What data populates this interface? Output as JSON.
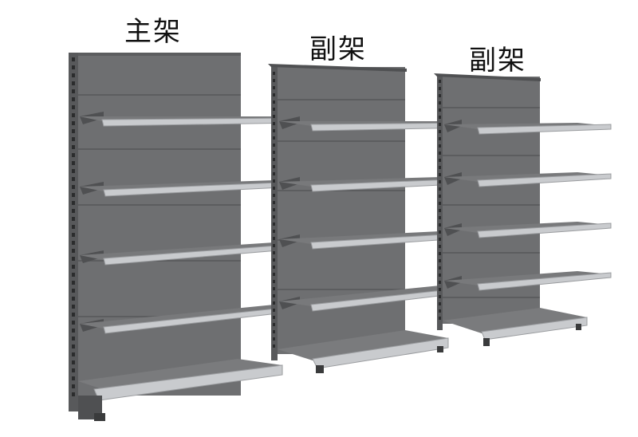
{
  "labels": {
    "main_unit": "主架",
    "sub_unit_1": "副架",
    "sub_unit_2": "副架"
  },
  "colors": {
    "background": "#ffffff",
    "panel": "#6e6f71",
    "panel_dark": "#4f5052",
    "panel_groove": "#5c5d5f",
    "shelf_top": "#78797b",
    "shelf_lip": "#c9cbce",
    "shelf_lip_edge": "#9a9c9f",
    "upright": "#58595b",
    "slot": "#2b2c2d"
  },
  "units": [
    {
      "role": "main",
      "shelf_count": 5
    },
    {
      "role": "sub",
      "shelf_count": 5
    },
    {
      "role": "sub",
      "shelf_count": 5
    }
  ]
}
